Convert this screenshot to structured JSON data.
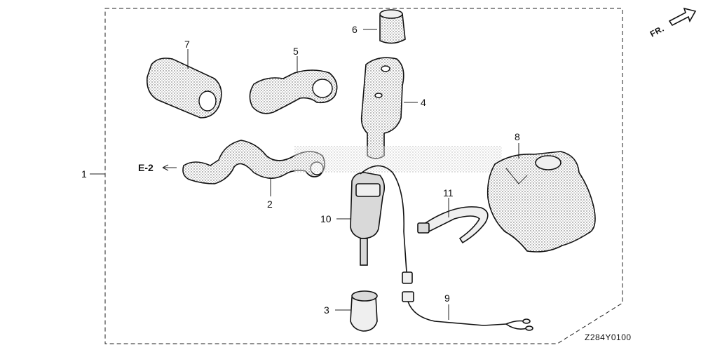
{
  "diagram": {
    "diagram_code": "Z284Y0100",
    "direction_marker": "FR.",
    "reference_marker": "E-2",
    "kit_label": "1",
    "callouts": {
      "p2": "2",
      "p3": "3",
      "p4": "4",
      "p5": "5",
      "p6": "6",
      "p7": "7",
      "p8": "8",
      "p9": "9",
      "p10": "10",
      "p11": "11"
    }
  }
}
